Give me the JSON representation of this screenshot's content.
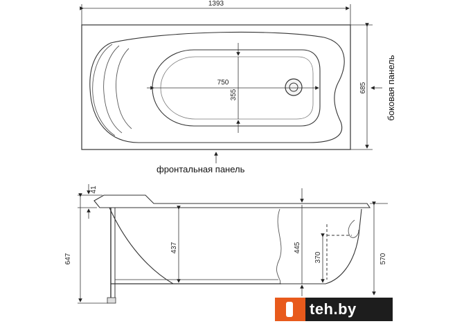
{
  "top_view": {
    "length": "1393",
    "width": "685",
    "bowl_length": "750",
    "bowl_width": "355",
    "front_panel_label": "фронтальная панель",
    "side_panel_label": "боковая панель"
  },
  "side_view": {
    "rim_thickness": "41",
    "total_height": "647",
    "bowl_depth": "437",
    "inner_depth": "445",
    "drain_height": "370",
    "body_height": "570"
  },
  "watermark": {
    "text": "teh.by",
    "colors": {
      "mark": "#e85a1c",
      "bar": "#1d1d1d"
    }
  }
}
